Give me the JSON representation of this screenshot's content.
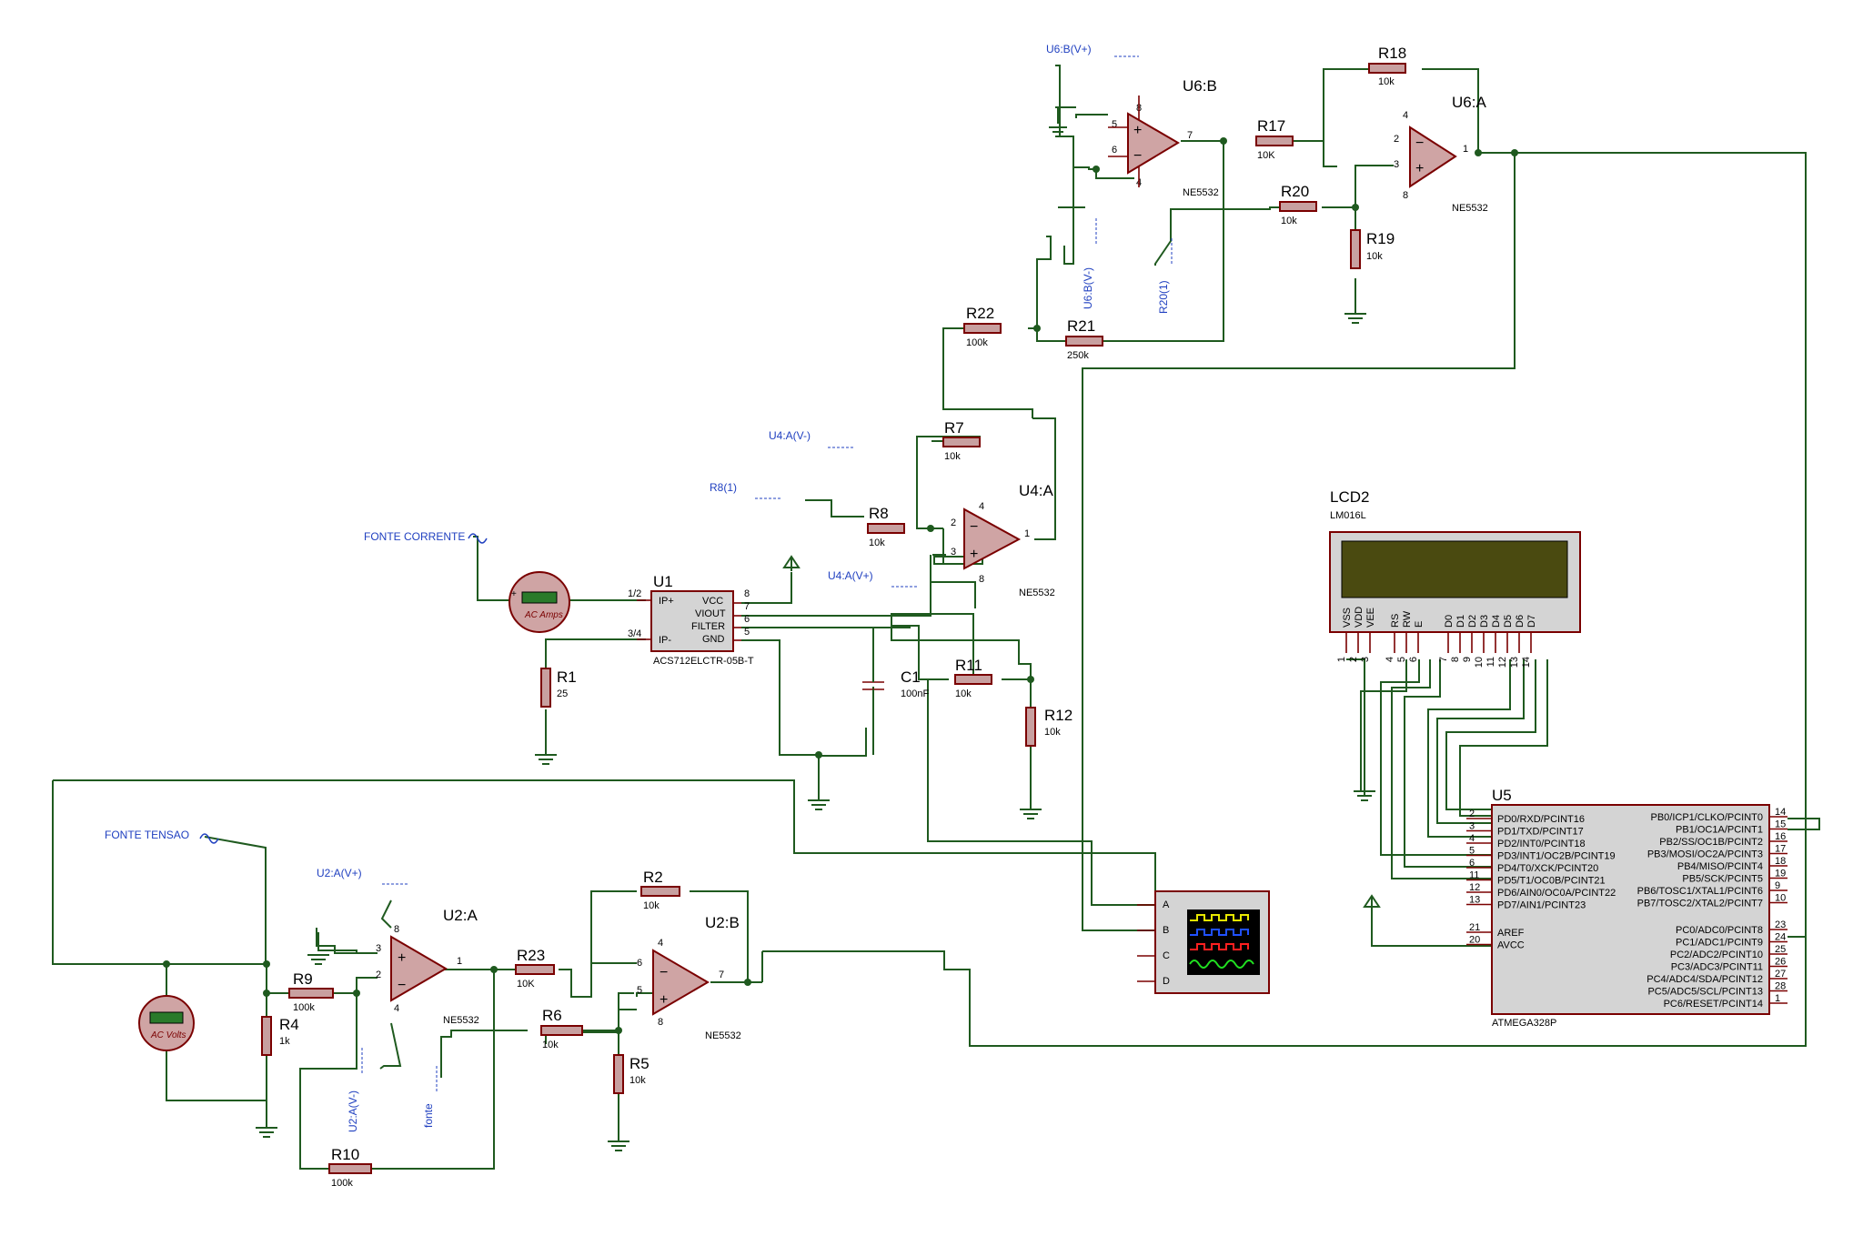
{
  "components": {
    "r1": {
      "ref": "R1",
      "value": "25"
    },
    "r2": {
      "ref": "R2",
      "value": "10k"
    },
    "r4": {
      "ref": "R4",
      "value": "1k"
    },
    "r5": {
      "ref": "R5",
      "value": "10k"
    },
    "r6": {
      "ref": "R6",
      "value": "10k"
    },
    "r7": {
      "ref": "R7",
      "value": "10k"
    },
    "r8": {
      "ref": "R8",
      "value": "10k"
    },
    "r9": {
      "ref": "R9",
      "value": "100k"
    },
    "r10": {
      "ref": "R10",
      "value": "100k"
    },
    "r11": {
      "ref": "R11",
      "value": "10k"
    },
    "r12": {
      "ref": "R12",
      "value": "10k"
    },
    "r17": {
      "ref": "R17",
      "value": "10K"
    },
    "r18": {
      "ref": "R18",
      "value": "10k"
    },
    "r19": {
      "ref": "R19",
      "value": "10k"
    },
    "r20": {
      "ref": "R20",
      "value": "10k"
    },
    "r21": {
      "ref": "R21",
      "value": "250k"
    },
    "r22": {
      "ref": "R22",
      "value": "100k"
    },
    "r23": {
      "ref": "R23",
      "value": "10K"
    },
    "c1": {
      "ref": "C1",
      "value": "100nF"
    },
    "u1": {
      "ref": "U1",
      "part": "ACS712ELCTR-05B-T",
      "pins_left": [
        "IP+",
        "IP-"
      ],
      "pins_right": [
        "VCC",
        "VIOUT",
        "FILTER",
        "GND"
      ],
      "pin_numbers_left": [
        "1/2",
        "3/4"
      ],
      "pin_numbers_right": [
        "8",
        "7",
        "6",
        "5"
      ]
    },
    "u2a": {
      "ref": "U2:A",
      "part": "NE5532"
    },
    "u2b": {
      "ref": "U2:B",
      "part": "NE5532"
    },
    "u4a": {
      "ref": "U4:A",
      "part": "NE5532"
    },
    "u6a": {
      "ref": "U6:A",
      "part": "NE5532"
    },
    "u6b": {
      "ref": "U6:B",
      "part": "NE5532"
    },
    "lcd": {
      "ref": "LCD2",
      "part": "LM016L",
      "pins": [
        "VSS",
        "VDD",
        "VEE",
        "RS",
        "RW",
        "E",
        "D0",
        "D1",
        "D2",
        "D3",
        "D4",
        "D5",
        "D6",
        "D7"
      ],
      "pin_numbers": [
        "1",
        "2",
        "3",
        "4",
        "5",
        "6",
        "7",
        "8",
        "9",
        "10",
        "11",
        "12",
        "13",
        "14"
      ]
    },
    "u5": {
      "ref": "U5",
      "part": "ATMEGA328P",
      "left_pins": [
        "PD0/RXD/PCINT16",
        "PD1/TXD/PCINT17",
        "PD2/INT0/PCINT18",
        "PD3/INT1/OC2B/PCINT19",
        "PD4/T0/XCK/PCINT20",
        "PD5/T1/OC0B/PCINT21",
        "PD6/AIN0/OC0A/PCINT22",
        "PD7/AIN1/PCINT23"
      ],
      "left_nums": [
        "2",
        "3",
        "4",
        "5",
        "6",
        "11",
        "12",
        "13"
      ],
      "left2_pins": [
        "AREF",
        "AVCC"
      ],
      "left2_nums": [
        "21",
        "20"
      ],
      "right_pins": [
        "PB0/ICP1/CLKO/PCINT0",
        "PB1/OC1A/PCINT1",
        "PB2/SS/OC1B/PCINT2",
        "PB3/MOSI/OC2A/PCINT3",
        "PB4/MISO/PCINT4",
        "PB5/SCK/PCINT5",
        "PB6/TOSC1/XTAL1/PCINT6",
        "PB7/TOSC2/XTAL2/PCINT7"
      ],
      "right_nums": [
        "14",
        "15",
        "16",
        "17",
        "18",
        "19",
        "9",
        "10"
      ],
      "right2_pins": [
        "PC0/ADC0/PCINT8",
        "PC1/ADC1/PCINT9",
        "PC2/ADC2/PCINT10",
        "PC3/ADC3/PCINT11",
        "PC4/ADC4/SDA/PCINT12",
        "PC5/ADC5/SCL/PCINT13",
        "PC6/RESET/PCINT14"
      ],
      "right2_nums": [
        "23",
        "24",
        "25",
        "26",
        "27",
        "28",
        "1"
      ]
    },
    "ammeter": {
      "label": "AC Amps"
    },
    "voltmeter": {
      "label": "AC Volts"
    },
    "scope": {
      "channels": [
        "A",
        "B",
        "C",
        "D"
      ]
    }
  },
  "sources": {
    "fonte_corrente": "FONTE CORRENTE",
    "fonte_tensao": "FONTE TENSAO"
  },
  "terminals": {
    "u6b_vp": "U6:B(V+)",
    "u6b_vm": "U6:B(V-)",
    "r20_1": "R20(1)",
    "u4a_vm": "U4:A(V-)",
    "r8_1": "R8(1)",
    "u4a_vp": "U4:A(V+)",
    "u2a_vp": "U2:A(V+)",
    "u2a_vm": "U2:A(V-)",
    "fonte": "fonte"
  },
  "colors": {
    "wire": "#1f5a1f",
    "component": "#7a0000",
    "component_fill": "#cfa4a4",
    "terminal": "#2040c0",
    "lcd_screen": "#4a4a10"
  }
}
